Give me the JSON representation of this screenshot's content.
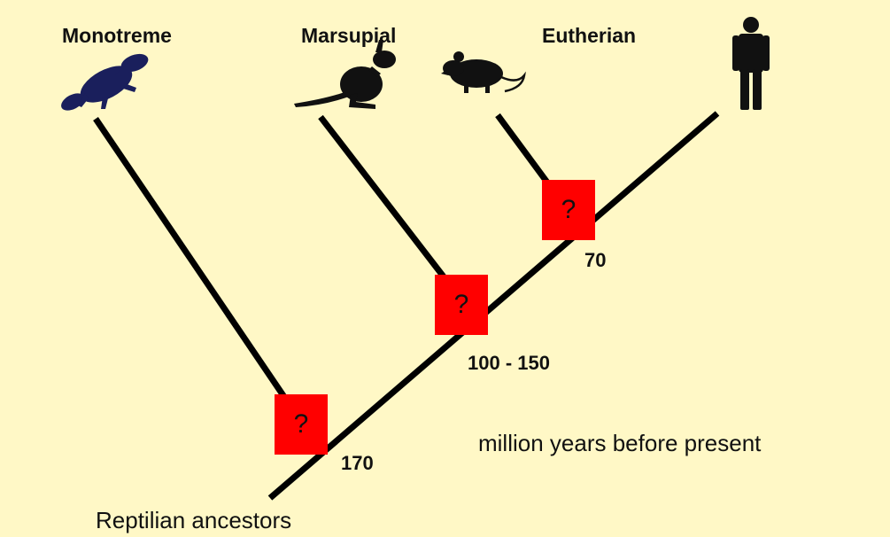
{
  "headers": {
    "monotreme": "Monotreme",
    "marsupial": "Marsupial",
    "eutherian": "Eutherian"
  },
  "ages": {
    "node1": "170",
    "node2": "100 - 150",
    "node3": "70"
  },
  "unknown_marker": "?",
  "time_note": "million years before present",
  "root_label": "Reptilian ancestors",
  "icons": {
    "monotreme": "platypus-icon",
    "marsupial": "kangaroo-icon",
    "eutherian": "mouse-icon",
    "human": "human-icon"
  },
  "colors": {
    "background": "#fff8c6",
    "line": "#000000",
    "marker": "#ff0000",
    "platypus": "#1a1f5c"
  }
}
